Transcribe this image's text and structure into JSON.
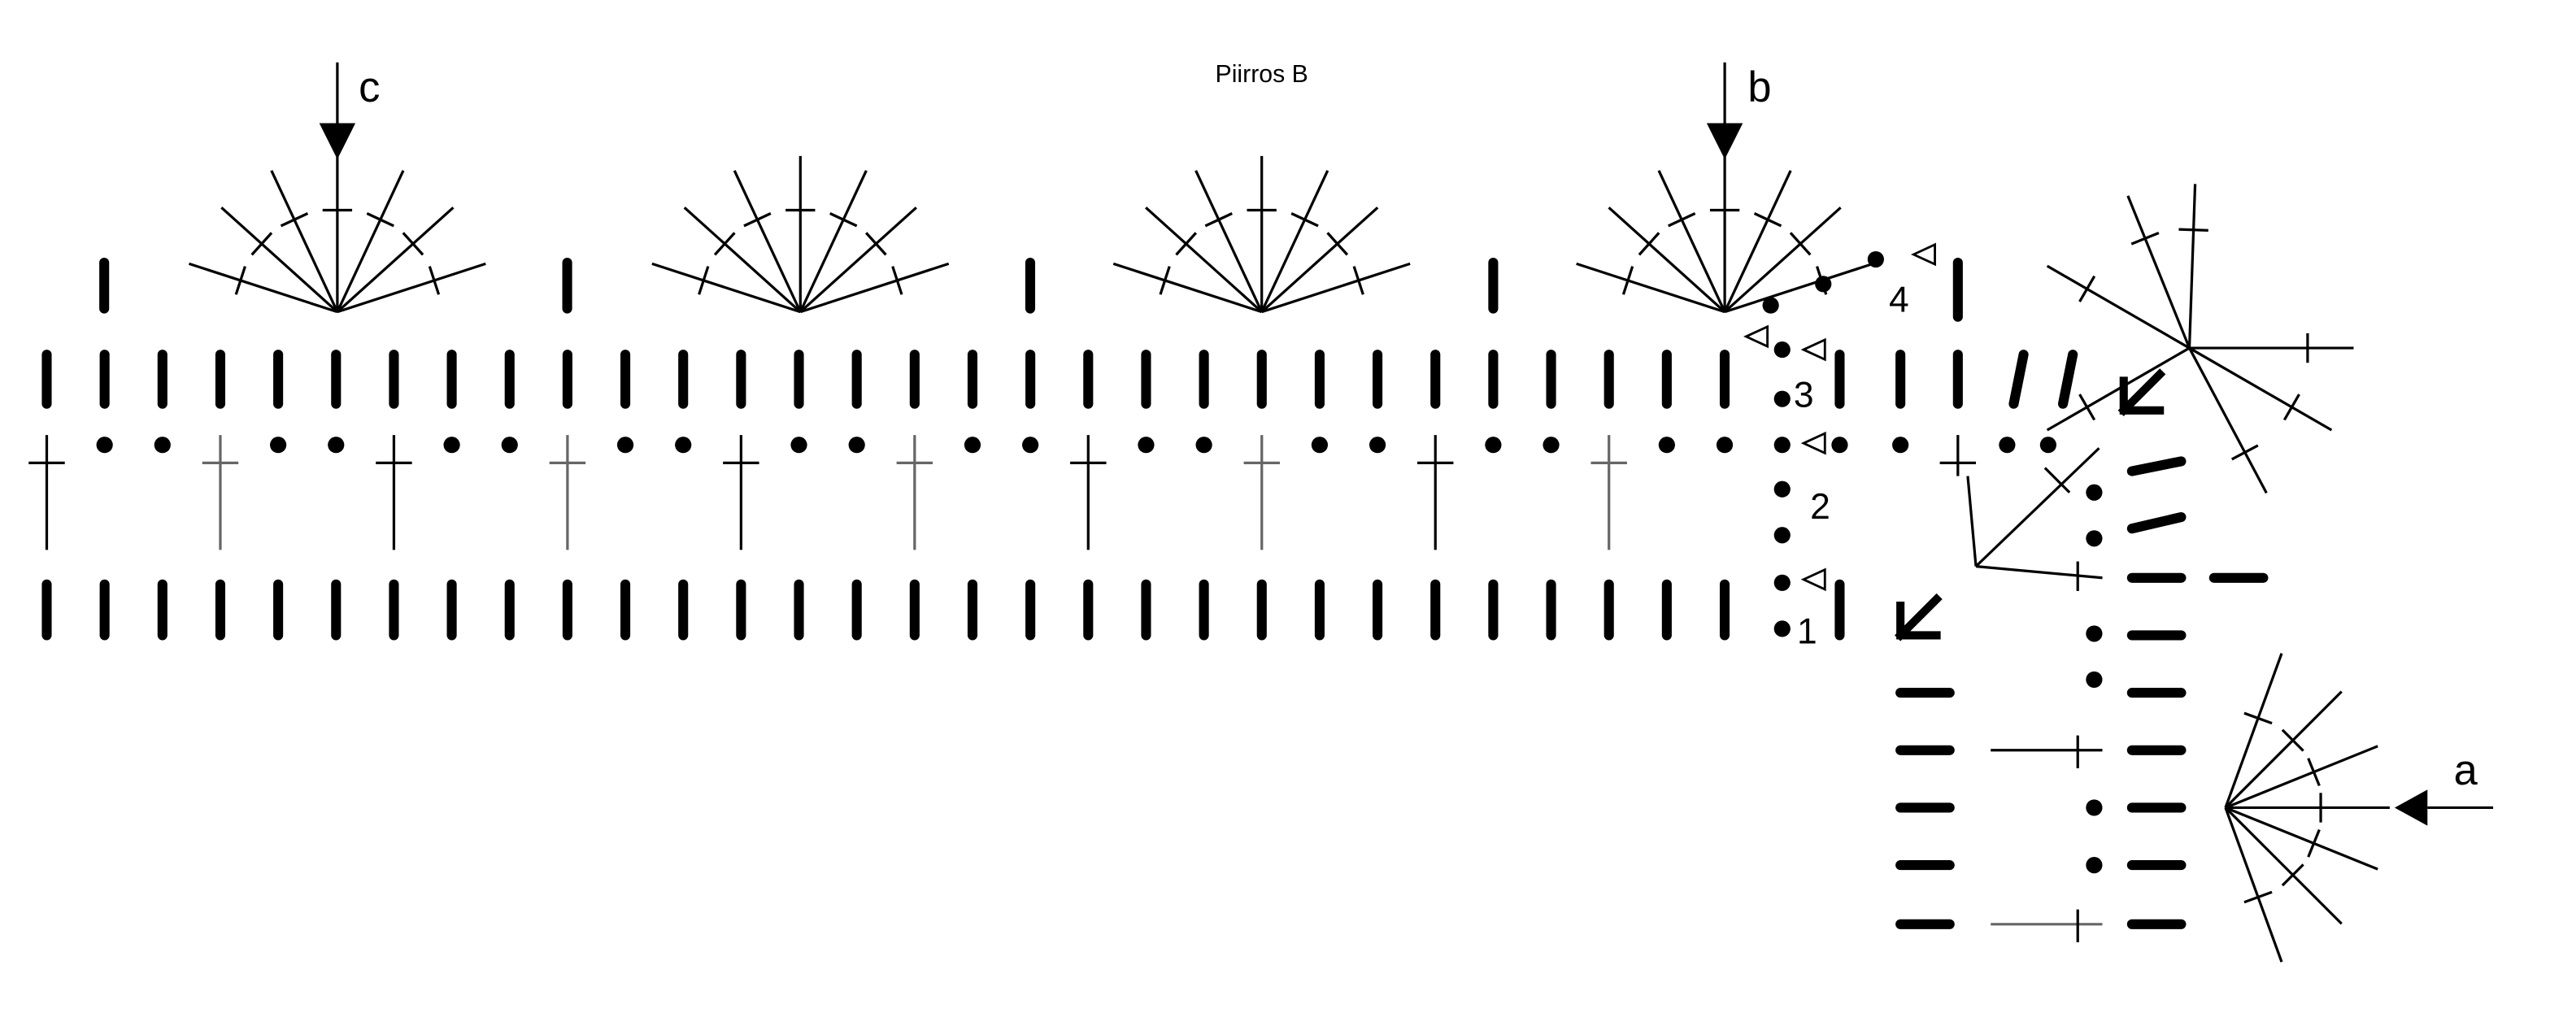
{
  "title": "Piirros B",
  "arrows": {
    "a": "a",
    "b": "b",
    "c": "c"
  },
  "row_numbers": [
    "1",
    "2",
    "3",
    "4"
  ],
  "colors": {
    "ink": "#000000",
    "grey": "#666666",
    "background": "#ffffff"
  }
}
